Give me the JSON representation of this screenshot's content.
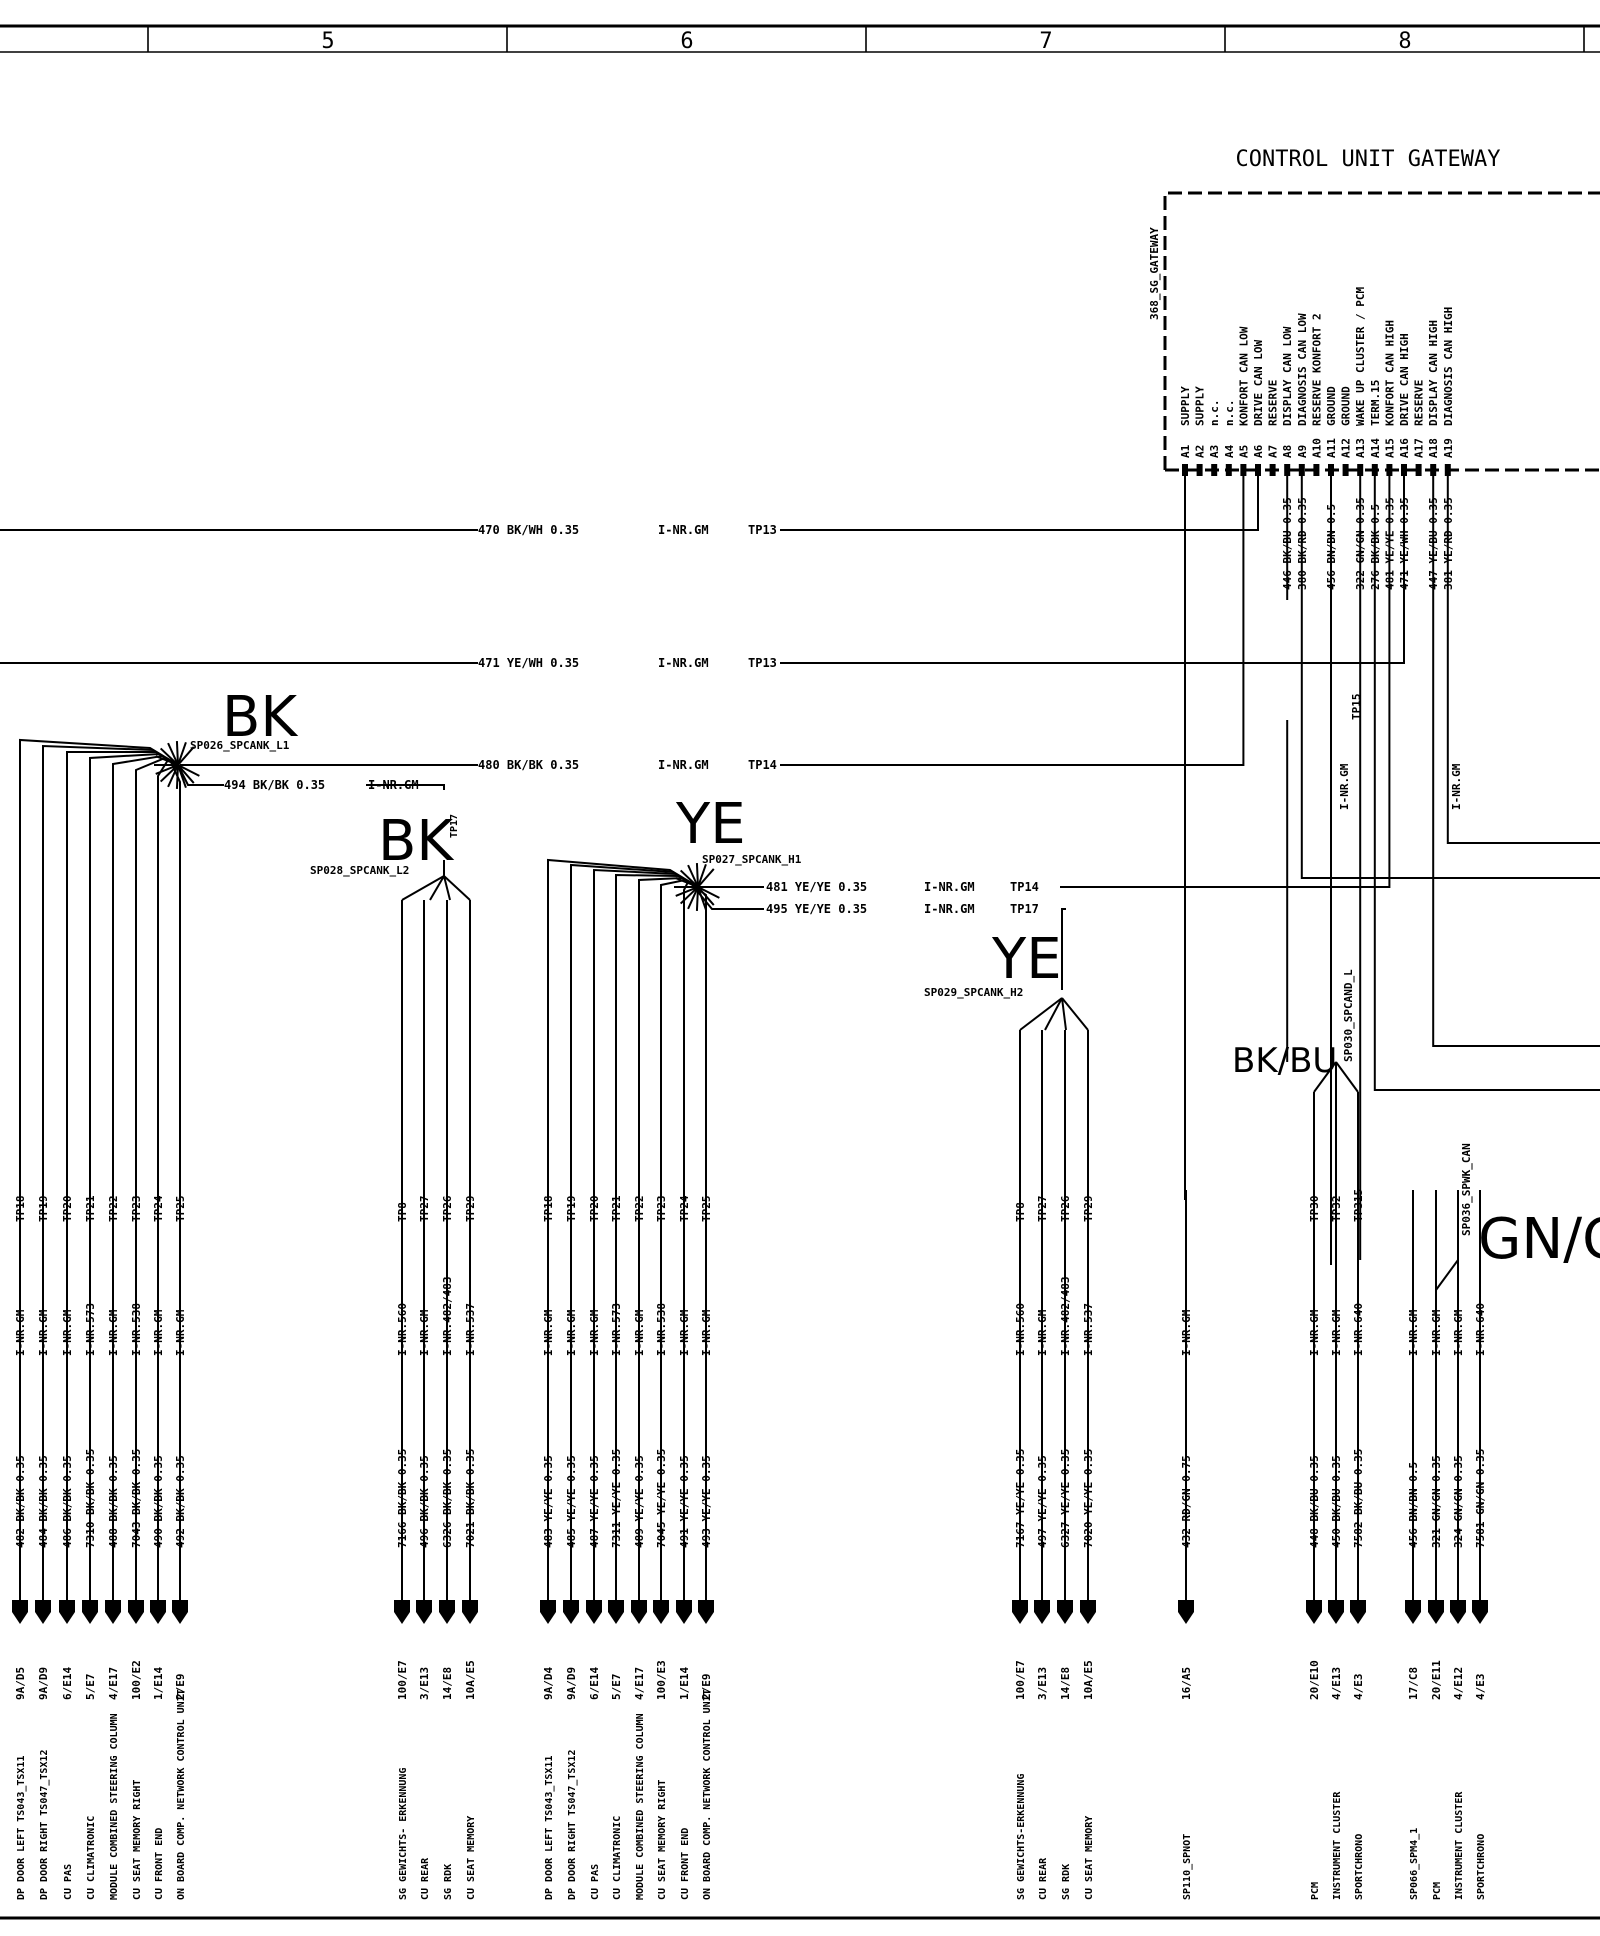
{
  "grid": {
    "zones": [
      "5",
      "6",
      "7",
      "8"
    ]
  },
  "gateway": {
    "title": "CONTROL UNIT GATEWAY",
    "id": "368_SG_GATEWAY",
    "pins": [
      {
        "pin": "A1",
        "name": "SUPPLY"
      },
      {
        "pin": "A2",
        "name": "SUPPLY"
      },
      {
        "pin": "A3",
        "name": "n.c."
      },
      {
        "pin": "A4",
        "name": "n.c."
      },
      {
        "pin": "A5",
        "name": "KONFORT CAN LOW"
      },
      {
        "pin": "A6",
        "name": "DRIVE CAN LOW"
      },
      {
        "pin": "A7",
        "name": "RESERVE"
      },
      {
        "pin": "A8",
        "name": "DISPLAY CAN LOW"
      },
      {
        "pin": "A9",
        "name": "DIAGNOSIS CAN LOW"
      },
      {
        "pin": "A10",
        "name": "RESERVE KONFORT 2"
      },
      {
        "pin": "A11",
        "name": "GROUND"
      },
      {
        "pin": "A12",
        "name": "GROUND"
      },
      {
        "pin": "A13",
        "name": "WAKE UP CLUSTER / PCM"
      },
      {
        "pin": "A14",
        "name": "TERM.15"
      },
      {
        "pin": "A15",
        "name": "KONFORT CAN HIGH"
      },
      {
        "pin": "A16",
        "name": "DRIVE  CAN HIGH"
      },
      {
        "pin": "A17",
        "name": "RESERVE"
      },
      {
        "pin": "A18",
        "name": "DISPLAY CAN HIGH"
      },
      {
        "pin": "A19",
        "name": "DIAGNOSIS CAN HIGH"
      }
    ],
    "pin_wires": [
      {
        "wire": "446 BK/BU 0.35"
      },
      {
        "wire": "380 BK/RD 0.35"
      },
      {
        "wire": "456 BN/BN 0.5"
      },
      {
        "wire": "322 GN/GN 0.35"
      },
      {
        "wire": "276 BK/BK 0.5"
      },
      {
        "wire": "481 YE/YE 0.35"
      },
      {
        "wire": "471 YE/WH 0.35"
      },
      {
        "wire": "447 YE/BU 0.35"
      },
      {
        "wire": "381 YE/RD 0.35"
      }
    ],
    "tp15": "TP15",
    "inr_a": "I-NR.GM",
    "inr_b": "I-NR.GM"
  },
  "trunks": [
    {
      "wire": "470 BK/WH 0.35",
      "inr": "I-NR.GM",
      "tp": "TP13"
    },
    {
      "wire": "471 YE/WH 0.35",
      "inr": "I-NR.GM",
      "tp": "TP13"
    },
    {
      "wire": "480 BK/BK 0.35",
      "inr": "I-NR.GM",
      "tp": "TP14"
    }
  ],
  "splices": {
    "sp026": {
      "color": "BK",
      "name": "SP026_SPCANK_L1",
      "out_wire": "494 BK/BK 0.35",
      "out_inr": "I-NR.GM",
      "out_tp": "TP17"
    },
    "sp028": {
      "color": "BK",
      "name": "SP028_SPCANK_L2"
    },
    "sp027": {
      "color": "YE",
      "name": "SP027_SPCANK_H1",
      "out1": {
        "wire": "481 YE/YE 0.35",
        "inr": "I-NR.GM",
        "tp": "TP14"
      },
      "out2": {
        "wire": "495 YE/YE 0.35",
        "inr": "I-NR.GM",
        "tp": "TP17"
      }
    },
    "sp029": {
      "color": "YE",
      "name": "SP029_SPCANK_H2"
    },
    "sp030": {
      "color": "BK/BU",
      "name": "SP030_SPCAND_L"
    },
    "sp036": {
      "color": "GN/G",
      "name": "SP036_SPWK_CAN"
    }
  },
  "groups": {
    "g1": [
      {
        "tp": "TP18",
        "inr": "I-NR.GM",
        "wire": "482 BK/BK 0.35",
        "conn": "9A/D5",
        "dest": "DP DOOR LEFT TS043_TSX11"
      },
      {
        "tp": "TP19",
        "inr": "I-NR.GM",
        "wire": "484 BK/BK 0.35",
        "conn": "9A/D9",
        "dest": "DP DOOR RIGHT TS047_TSX12"
      },
      {
        "tp": "TP20",
        "inr": "I-NR.GM",
        "wire": "486 BK/BK 0.35",
        "conn": "6/E14",
        "dest": "CU PAS"
      },
      {
        "tp": "TP21",
        "inr": "I-NR.573",
        "wire": "7310 BK/BK 0.35",
        "conn": "5/E7",
        "dest": "CU CLIMATRONIC"
      },
      {
        "tp": "TP22",
        "inr": "I-NR.GM",
        "wire": "488 BK/BK 0.35",
        "conn": "4/E17",
        "dest": "MODULE COMBINED STEERING COLUMN"
      },
      {
        "tp": "TP23",
        "inr": "I-NR.538",
        "wire": "7043 BK/BK 0.35",
        "conn": "100/E2",
        "dest": "CU SEAT MEMORY RIGHT"
      },
      {
        "tp": "TP24",
        "inr": "I-NR.GM",
        "wire": "490 BK/BK 0.35",
        "conn": "1/E14",
        "dest": "CU FRONT END"
      },
      {
        "tp": "TP25",
        "inr": "I-NR.GM",
        "wire": "492 BK/BK 0.35",
        "conn": "2/E9",
        "dest": "ON BOARD COMP. NETWORK CONTROL UNIT"
      }
    ],
    "g2": [
      {
        "tp": "TP8",
        "inr": "I-NR.560",
        "wire": "7166 BK/BK 0.35",
        "conn": "100/E7",
        "dest": "SG GEWICHTS- ERKENNUNG"
      },
      {
        "tp": "TP27",
        "inr": "I-NR.GM",
        "wire": "496 BK/BK 0.35",
        "conn": "3/E13",
        "dest": "CU REAR"
      },
      {
        "tp": "TP26",
        "inr": "I-NR.482/483",
        "wire": "6326 BK/BK 0.35",
        "conn": "14/E8",
        "dest": "SG RDK"
      },
      {
        "tp": "TP29",
        "inr": "I-NR.537",
        "wire": "7021 BK/BK 0.35",
        "conn": "10A/E5",
        "dest": "CU SEAT MEMORY"
      }
    ],
    "g3": [
      {
        "tp": "TP18",
        "inr": "I-NR.GM",
        "wire": "483 YE/YE 0.35",
        "conn": "9A/D4",
        "dest": "DP DOOR LEFT TS043_TSX11"
      },
      {
        "tp": "TP19",
        "inr": "I-NR.GM",
        "wire": "485 YE/YE 0.35",
        "conn": "9A/D9",
        "dest": "DP DOOR RIGHT TS047_TSX12"
      },
      {
        "tp": "TP20",
        "inr": "I-NR.GM",
        "wire": "487 YE/YE 0.35",
        "conn": "6/E14",
        "dest": "CU PAS"
      },
      {
        "tp": "TP21",
        "inr": "I-NR.573",
        "wire": "7311 YE/YE 0.35",
        "conn": "5/E7",
        "dest": "CU CLIMATRONIC"
      },
      {
        "tp": "TP22",
        "inr": "I-NR.GM",
        "wire": "489 YE/YE 0.35",
        "conn": "4/E17",
        "dest": "MODULE COMBINED STEERING COLUMN"
      },
      {
        "tp": "TP23",
        "inr": "I-NR.538",
        "wire": "7045 YE/YE 0.35",
        "conn": "100/E3",
        "dest": "CU SEAT MEMORY RIGHT"
      },
      {
        "tp": "TP24",
        "inr": "I-NR.GM",
        "wire": "491 YE/YE 0.35",
        "conn": "1/E14",
        "dest": "CU FRONT END"
      },
      {
        "tp": "TP25",
        "inr": "I-NR.GM",
        "wire": "493 YE/YE 0.35",
        "conn": "2/E9",
        "dest": "ON BOARD COMP. NETWORK CONTROL UNIT"
      }
    ],
    "g4": [
      {
        "tp": "TP8",
        "inr": "I-NR.560",
        "wire": "7167 YE/YE 0.35",
        "conn": "100/E7",
        "dest": "SG GEWICHTS-ERKENNUNG"
      },
      {
        "tp": "TP27",
        "inr": "I-NR.GM",
        "wire": "497 YE/YE 0.35",
        "conn": "3/E13",
        "dest": "CU REAR"
      },
      {
        "tp": "TP26",
        "inr": "I-NR.482/483",
        "wire": "6327 YE/YE 0.35",
        "conn": "14/E8",
        "dest": "SG RDK"
      },
      {
        "tp": "TP29",
        "inr": "I-NR.537",
        "wire": "7020 YE/YE 0.35",
        "conn": "10A/E5",
        "dest": "CU SEAT MEMORY"
      }
    ],
    "g5": [
      {
        "tp": "",
        "inr": "I-NR.GM",
        "wire": "432 RD/GN 0.75",
        "conn": "16/A5",
        "dest": "SP110_SPNOT"
      }
    ],
    "g6": [
      {
        "tp": "TP30",
        "inr": "I-NR.GM",
        "wire": "448 BK/BU 0.35",
        "conn": "20/E10",
        "dest": "PCM"
      },
      {
        "tp": "TP32",
        "inr": "I-NR.GM",
        "wire": "450 BK/BU 0.35",
        "conn": "4/E13",
        "dest": "INSTRUMENT CLUSTER"
      },
      {
        "tp": "TP315",
        "inr": "I-NR.640",
        "wire": "7582 BK/BU 0.35",
        "conn": "4/E3",
        "dest": "SPORTCHRONO"
      }
    ],
    "g7": [
      {
        "tp": "",
        "inr": "I-NR.GM",
        "wire": "456 BN/BN 0.5",
        "conn": "17/C8",
        "dest": "SP066_SPM4_1"
      },
      {
        "tp": "",
        "inr": "I-NR.GM",
        "wire": "321 GN/GN 0.35",
        "conn": "20/E11",
        "dest": "PCM"
      },
      {
        "tp": "",
        "inr": "I-NR.GM",
        "wire": "324 GN/GN 0.35",
        "conn": "4/E12",
        "dest": "INSTRUMENT CLUSTER"
      },
      {
        "tp": "",
        "inr": "I-NR.640",
        "wire": "7581 GN/GN 0.35",
        "conn": "4/E3",
        "dest": "SPORTCHRONO"
      }
    ]
  }
}
